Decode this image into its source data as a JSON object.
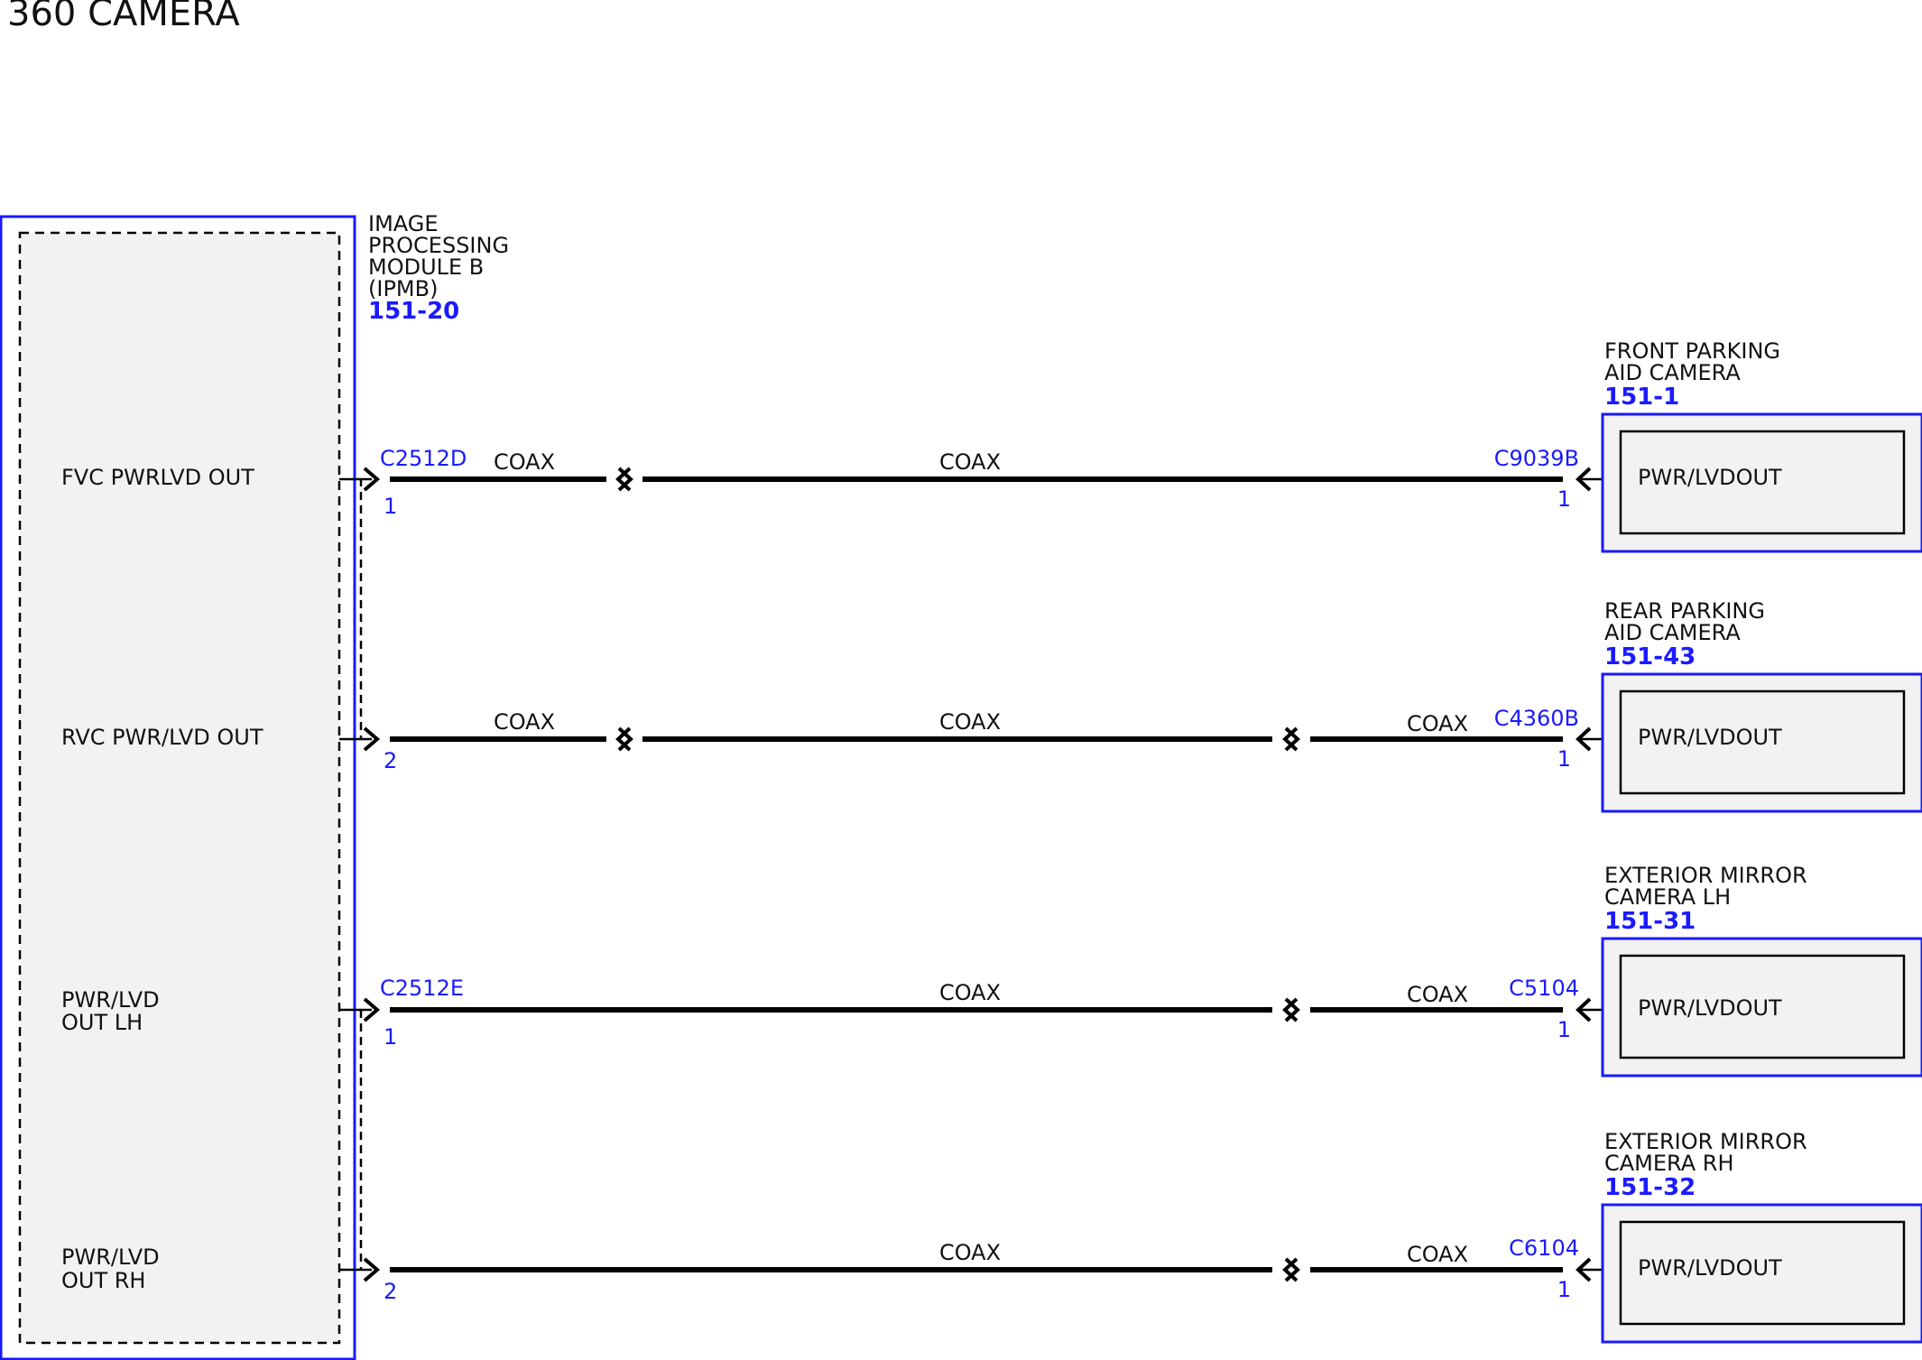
{
  "title": "360 CAMERA",
  "module": {
    "name_lines": [
      "IMAGE",
      "PROCESSING",
      "MODULE B",
      "(IPMB)"
    ],
    "ref": "151-20",
    "pins": [
      {
        "label_lines": [
          "FVC PWRLVD OUT"
        ]
      },
      {
        "label_lines": [
          "RVC PWR/LVD OUT"
        ]
      },
      {
        "label_lines": [
          "PWR/LVD",
          "OUT LH"
        ]
      },
      {
        "label_lines": [
          "PWR/LVD",
          "OUT RH"
        ]
      }
    ]
  },
  "circuits": [
    {
      "module_connector": "C2512D",
      "module_pin": "1",
      "segment_labels": [
        "COAX",
        "COAX"
      ],
      "device": {
        "name_lines": [
          "FRONT PARKING",
          "AID CAMERA"
        ],
        "ref": "151-1",
        "pin_label": "PWR/LVDOUT"
      },
      "device_connector": "C9039B",
      "device_pin": "1"
    },
    {
      "module_connector": "",
      "module_pin": "2",
      "segment_labels": [
        "COAX",
        "COAX",
        "COAX"
      ],
      "device": {
        "name_lines": [
          "REAR PARKING",
          "AID CAMERA"
        ],
        "ref": "151-43",
        "pin_label": "PWR/LVDOUT"
      },
      "device_connector": "C4360B",
      "device_pin": "1"
    },
    {
      "module_connector": "C2512E",
      "module_pin": "1",
      "segment_labels": [
        "COAX",
        "COAX"
      ],
      "device": {
        "name_lines": [
          "EXTERIOR MIRROR",
          "CAMERA LH"
        ],
        "ref": "151-31",
        "pin_label": "PWR/LVDOUT"
      },
      "device_connector": "C5104",
      "device_pin": "1"
    },
    {
      "module_connector": "",
      "module_pin": "2",
      "segment_labels": [
        "COAX",
        "COAX"
      ],
      "device": {
        "name_lines": [
          "EXTERIOR MIRROR",
          "CAMERA RH"
        ],
        "ref": "151-32",
        "pin_label": "PWR/LVDOUT"
      },
      "device_connector": "C6104",
      "device_pin": "1"
    }
  ]
}
